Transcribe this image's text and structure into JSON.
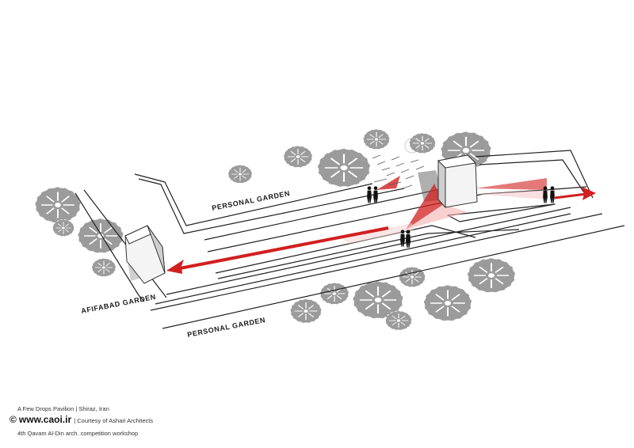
{
  "labels": {
    "personal_garden_top": "PERSONAL GARDEN",
    "afifabad_garden": "AFIFABAD GARDEN",
    "personal_garden_bottom": "PERSONAL GARDEN"
  },
  "credits": {
    "line1": "A Few Drops Pavilion | Shiraz, Iran",
    "copyright_symbol": "©",
    "website": "www.caoi.ir",
    "courtesy": "| Courtesy of Ashari Architects",
    "line3": "4th Qavam Al-Din arch. competition workshop"
  },
  "colors": {
    "accent_red": "#d21f1f",
    "tree_gray": "#9a9a9a",
    "line": "#222222"
  },
  "icons": {
    "tree": "tree-plan-icon",
    "person": "person-silhouette-icon",
    "arrow": "double-arrow-icon"
  }
}
